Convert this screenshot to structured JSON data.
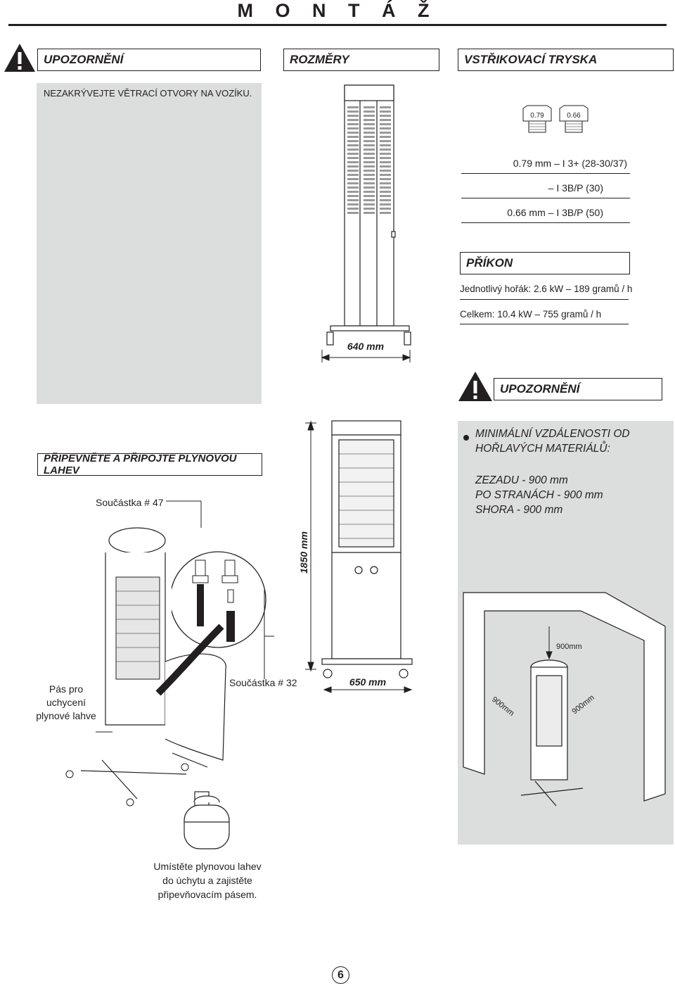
{
  "page": {
    "title": "M O N T Á Ž",
    "page_number": "6"
  },
  "sections": {
    "warning_header": "UPOZORNĚNÍ",
    "dimensions_header": "ROZMĚRY",
    "nozzle_header": "VSTŘIKOVACÍ TRYSKA",
    "warning_text": "NEZAKRÝVEJTE VĚTRACÍ OTVORY NA VOZÍKU.",
    "attach_header": "PŘIPEVNĚTE A PŘIPOJTE PLYNOVOU LAHEV",
    "warning2_header": "UPOZORNĚNÍ"
  },
  "nozzle": {
    "label_a": "0.79",
    "label_b": "0.66",
    "line1": "0.79 mm  –  I 3+  (28-30/37)",
    "line2": "–  I 3B/P  (30)",
    "line3": "0.66 mm  –  I 3B/P  (50)"
  },
  "power": {
    "header": "PŘÍKON",
    "single": "Jednotlivý hořák: 2.6 kW  –  189 gramů / h",
    "total": "Celkem: 10.4 kW  –  755 gramů / h"
  },
  "dimensions": {
    "width_top": "640 mm",
    "height": "1850 mm",
    "width_bottom": "650 mm"
  },
  "clearances": {
    "title": "MINIMÁLNÍ VZDÁLENOSTI OD HOŘLAVÝCH MATERIÁLŮ:",
    "back": "ZEZADU - 900 mm",
    "sides": "PO STRANÁCH - 900 mm",
    "top": "SHORA - 900 mm",
    "diagram_top": "900mm",
    "diagram_left": "900mm",
    "diagram_right": "900mm"
  },
  "assembly": {
    "part47": "Součástka  # 47",
    "part32": "Součástka # 32",
    "strap": "Pás pro uchycení plynové lahve",
    "place_text": "Umístěte plynovou lahev do úchytu a zajistěte připevňovacím pásem."
  }
}
